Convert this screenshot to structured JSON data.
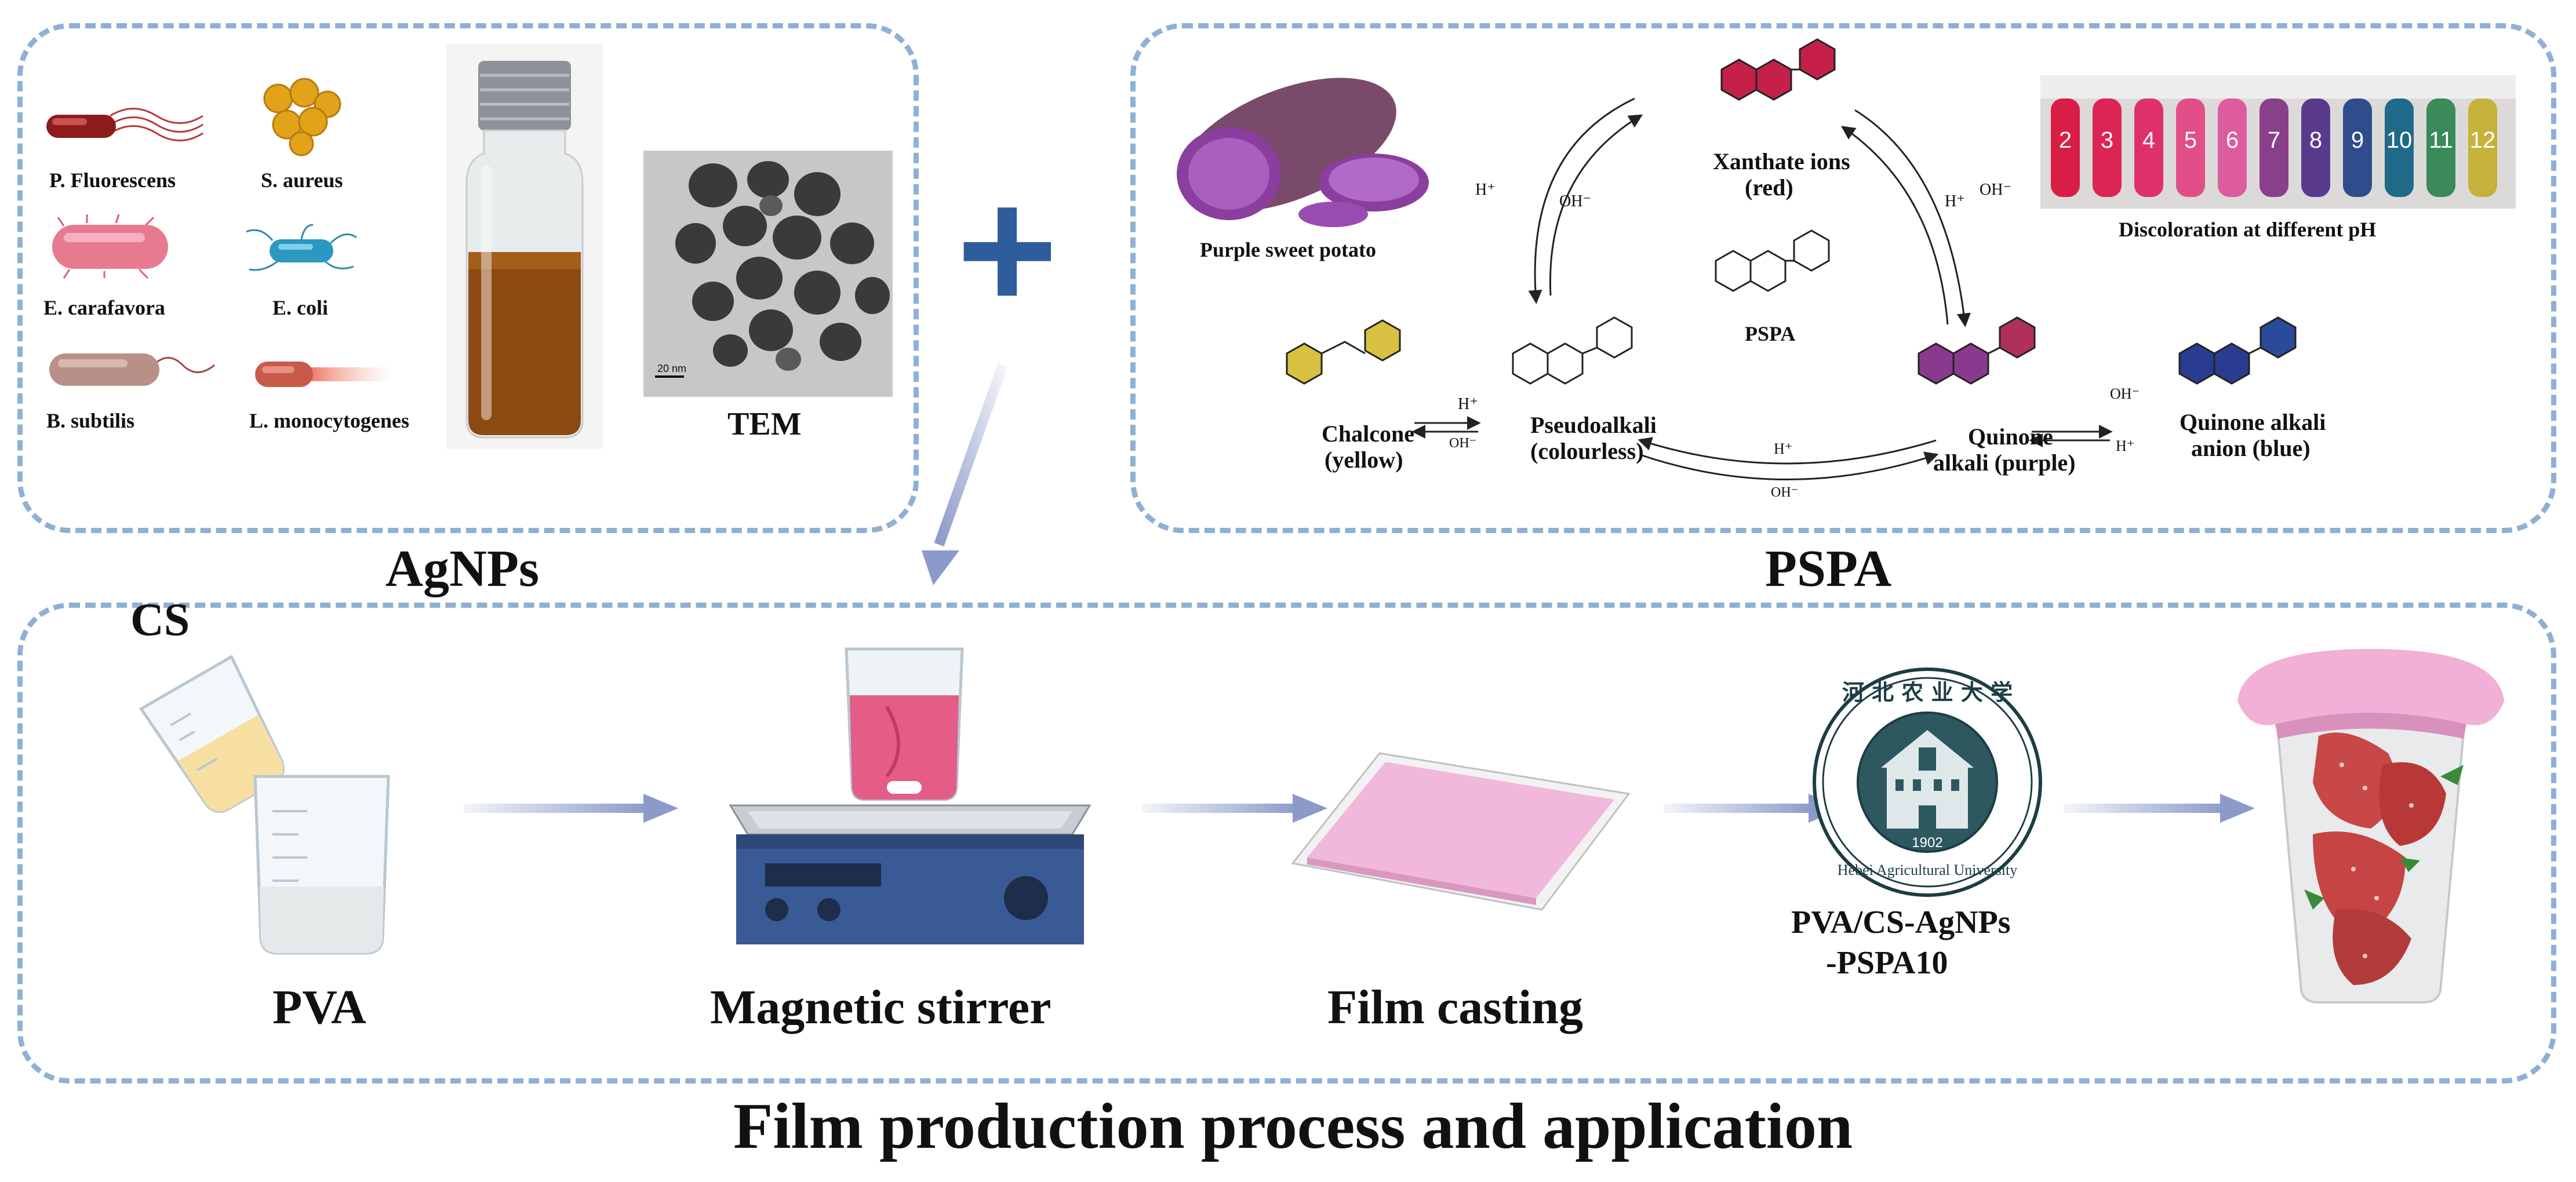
{
  "agnps": {
    "section_label": "AgNPs",
    "bacteria": [
      {
        "name": "P. Fluorescens",
        "icon": "rod-bacterium-flagella-icon"
      },
      {
        "name": "S. aureus",
        "icon": "coccus-cluster-icon"
      },
      {
        "name": "E. carafavora",
        "icon": "pink-rod-bacterium-icon"
      },
      {
        "name": "E. coli",
        "icon": "e-coli-icon"
      },
      {
        "name": "B. subtilis",
        "icon": "bacillus-icon"
      },
      {
        "name": "L. monocytogenes",
        "icon": "listeria-icon"
      }
    ],
    "tem_label": "TEM",
    "tem_scale": "20 nm"
  },
  "plus_symbol": "+",
  "pspa": {
    "section_label": "PSPA",
    "potato_label": "Purple sweet potato",
    "ph_label": "Discoloration at different pH",
    "ph_values": [
      "2",
      "3",
      "4",
      "5",
      "6",
      "7",
      "8",
      "9",
      "10",
      "11",
      "12"
    ],
    "ph_colors": [
      "#d81e46",
      "#dc2455",
      "#e0306a",
      "#e24f88",
      "#dd5c9e",
      "#8a3f8a",
      "#5a3a8c",
      "#2f4c8c",
      "#1e6a88",
      "#3a8a5a",
      "#c6b23a"
    ],
    "compounds": {
      "xanthate_line1": "Xanthate ions",
      "xanthate_line2": "(red)",
      "center": "PSPA",
      "chalcone_line1": "Chalcone",
      "chalcone_line2": "(yellow)",
      "pseudo_line1": "Pseudoalkali",
      "pseudo_line2": "(colourless)",
      "quinone_line1": "Quinone",
      "quinone_line2": "alkali (purple)",
      "anion_line1": "Quinone alkali",
      "anion_line2": "anion (blue)"
    },
    "reagents": {
      "h": "H⁺",
      "oh": "OH⁻"
    }
  },
  "process": {
    "section_label": "Film production process and application",
    "cs_label": "CS",
    "steps": [
      "PVA",
      "Magnetic stirrer",
      "Film casting",
      "PVA/CS-AgNPs",
      "-PSPA10"
    ],
    "seal_text_top": "河 北 农 业 大 学",
    "seal_text_bottom": "Hebei Agricultural University",
    "seal_year": "1902"
  },
  "colors": {
    "panel_border": "#8fb0d6",
    "arrow": "#8b9ac8",
    "plus": "#2f5c9a",
    "film": "#f2b8dc",
    "stirrer": "#3a5a96"
  }
}
